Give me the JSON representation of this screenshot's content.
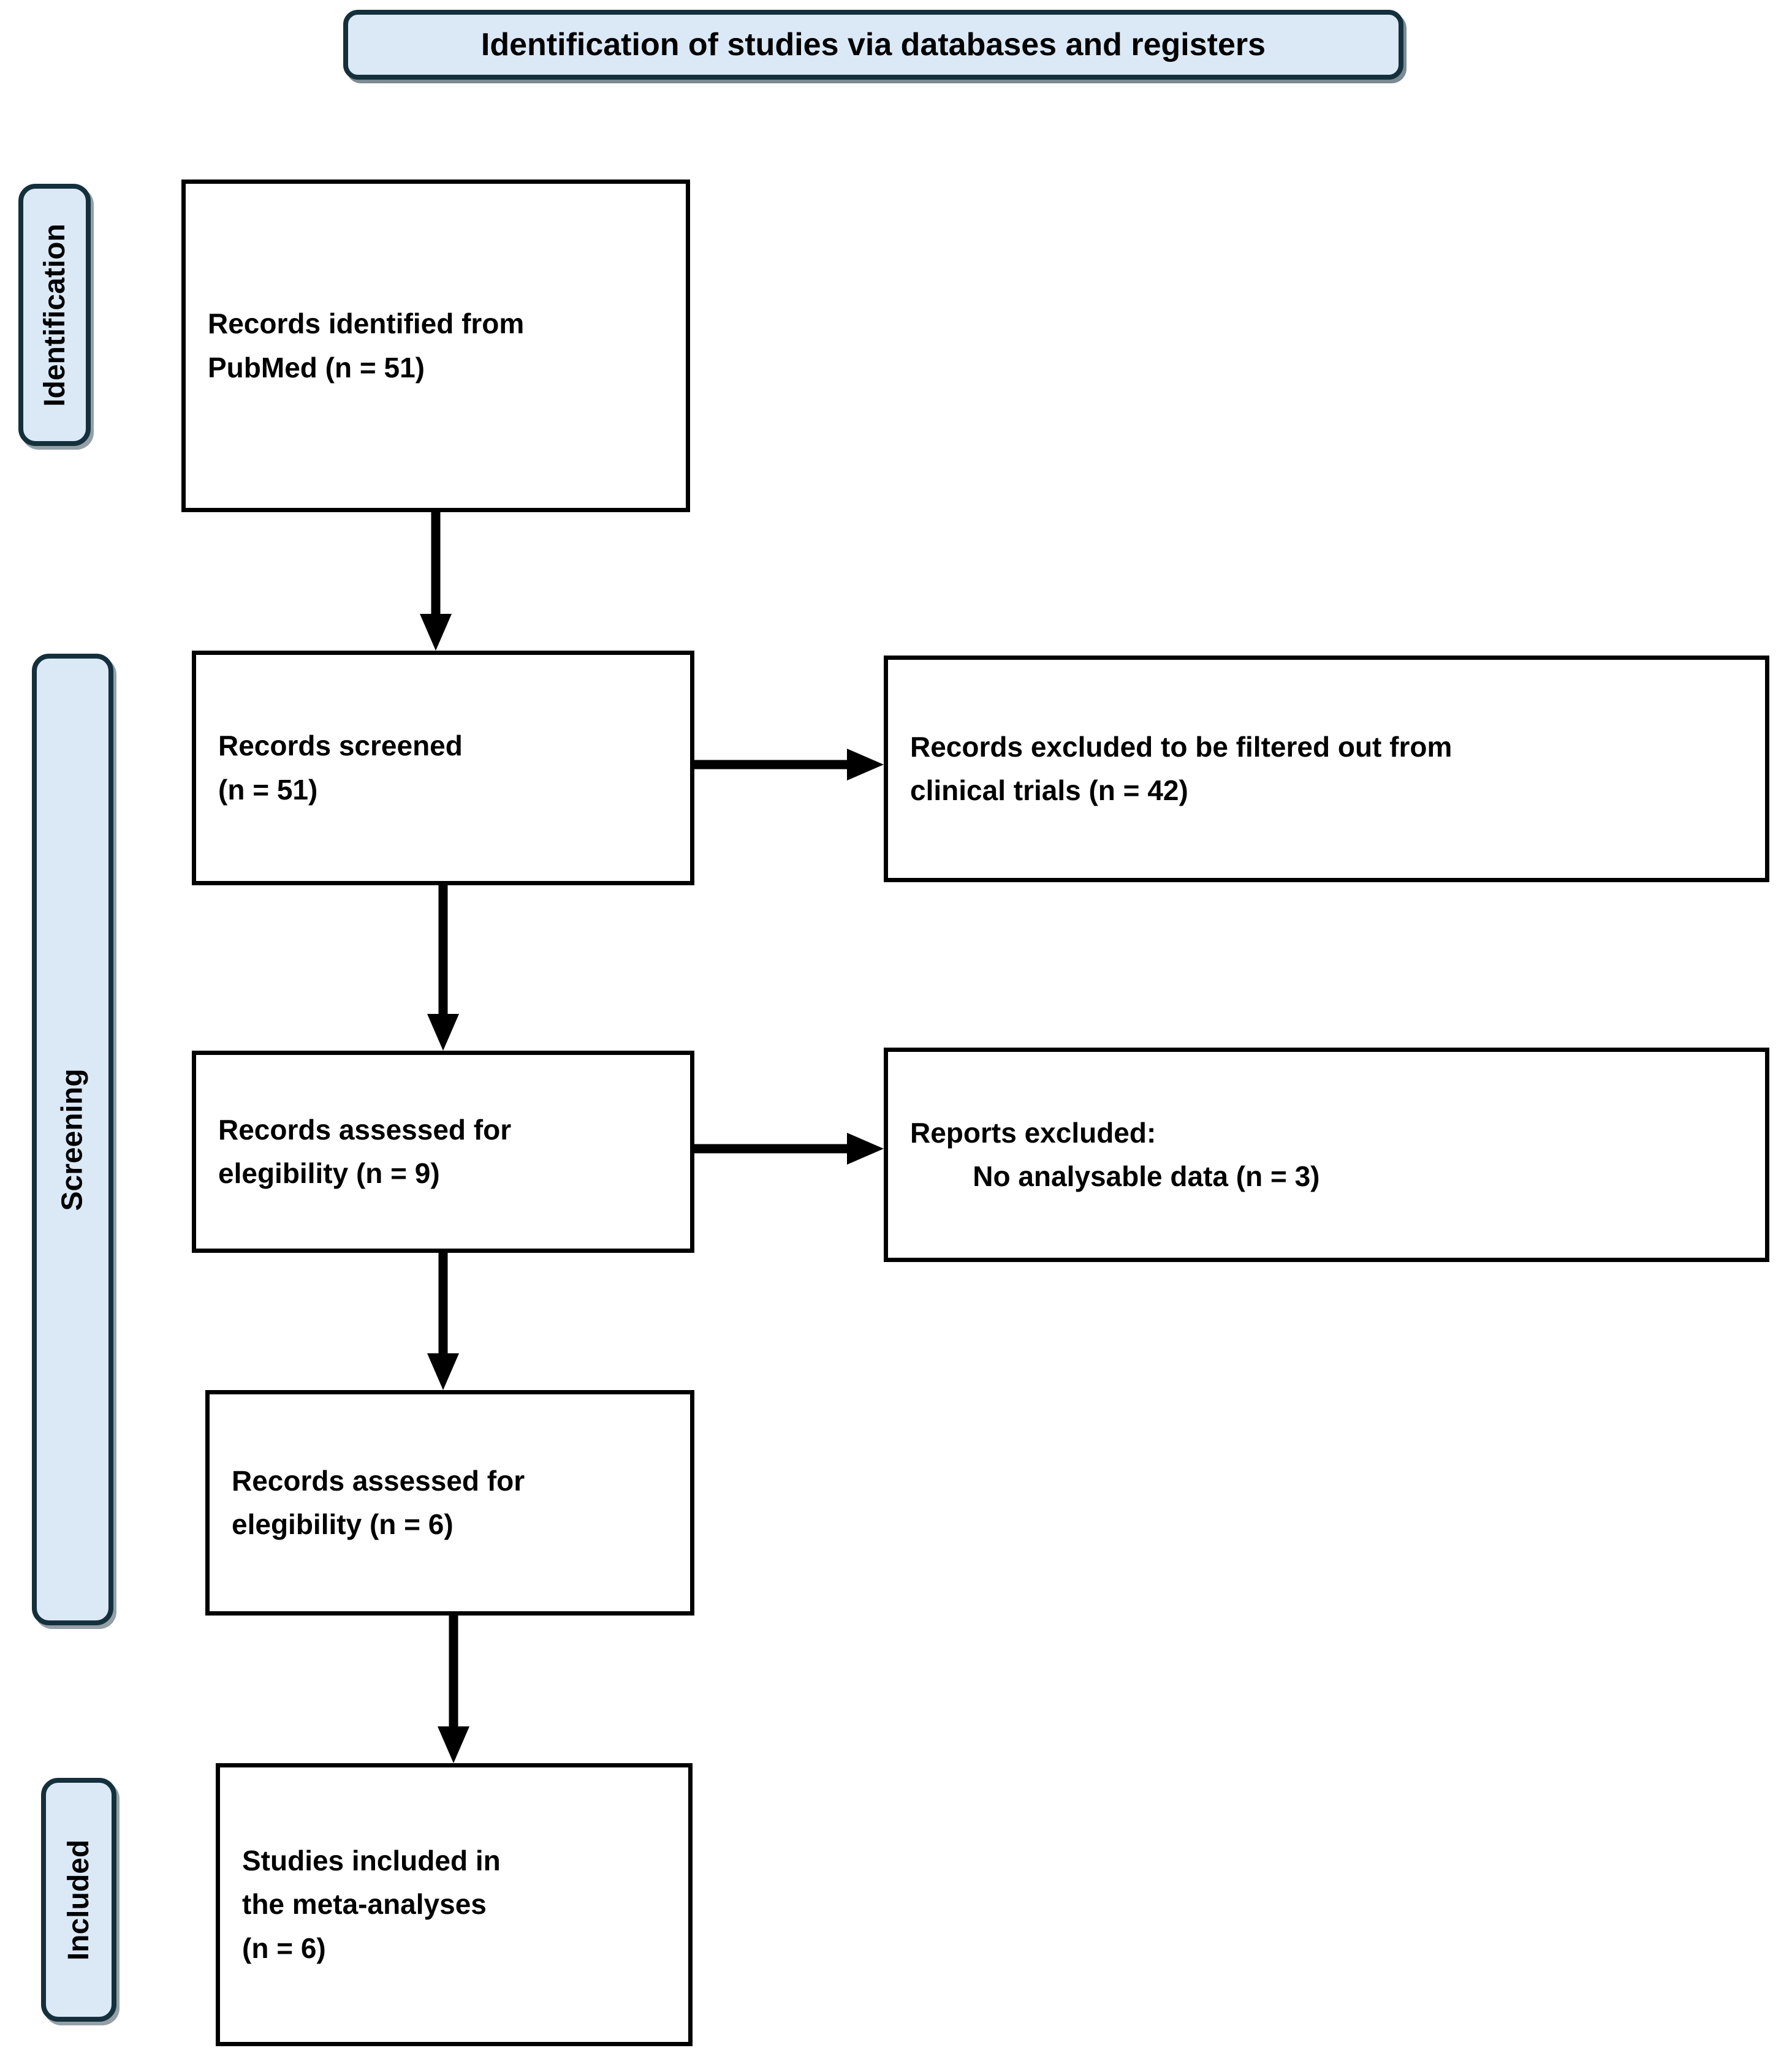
{
  "title": "Identification of studies via databases and registers",
  "colors": {
    "panel_fill": "#dbe8f6",
    "panel_border": "#14303d",
    "box_border": "#000000",
    "arrow": "#000000"
  },
  "sidebar": {
    "stages": [
      {
        "label": "Identification"
      },
      {
        "label": "Screening"
      },
      {
        "label": "Included"
      }
    ]
  },
  "flow": {
    "records_identified": {
      "lines": [
        "Records identified from",
        "PubMed (n = 51)"
      ]
    },
    "records_screened": {
      "lines": [
        "Records screened",
        "(n = 51)"
      ]
    },
    "records_assessed_9": {
      "lines": [
        "Records assessed for",
        "elegibility (n = 9)"
      ]
    },
    "records_assessed_6": {
      "lines": [
        "Records assessed for",
        "elegibility (n = 6)"
      ]
    },
    "studies_included": {
      "lines": [
        "Studies included in",
        "the meta-analyses",
        "(n = 6)"
      ]
    },
    "records_excluded": {
      "lines": [
        "Records excluded to be filtered out from",
        "clinical trials (n = 42)"
      ]
    },
    "reports_excluded": {
      "lines": [
        "Reports excluded:",
        "        No analysable data (n = 3)"
      ]
    }
  }
}
